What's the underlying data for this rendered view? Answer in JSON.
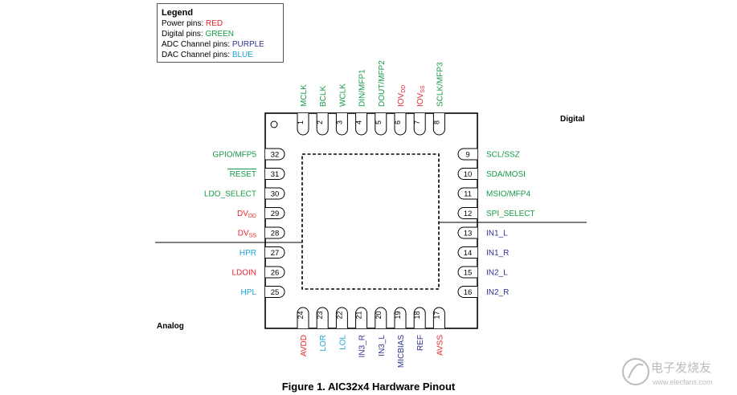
{
  "legend": {
    "title": "Legend",
    "rows": [
      {
        "label": "Power pins:",
        "value": "RED",
        "color": "#e8242b"
      },
      {
        "label": "Digital pins:",
        "value": "GREEN",
        "color": "#169b45"
      },
      {
        "label": "ADC Channel pins:",
        "value": "PURPLE",
        "color": "#2e3192"
      },
      {
        "label": "DAC Channel pins:",
        "value": "BLUE",
        "color": "#1aa1d8"
      }
    ]
  },
  "section_labels": {
    "digital": "Digital",
    "analog": "Analog"
  },
  "caption": "Figure 1. AIC32x4 Hardware Pinout",
  "pins_top": [
    {
      "num": "1",
      "name": "MCLK",
      "color": "#169b45"
    },
    {
      "num": "2",
      "name": "BCLK",
      "color": "#169b45"
    },
    {
      "num": "3",
      "name": "WCLK",
      "color": "#169b45"
    },
    {
      "num": "4",
      "name": "DIN/MFP1",
      "color": "#169b45"
    },
    {
      "num": "5",
      "name": "DOUT/MFP2",
      "color": "#169b45"
    },
    {
      "num": "6",
      "name": "IOV",
      "sub": "DD",
      "color": "#e8242b"
    },
    {
      "num": "7",
      "name": "IOV",
      "sub": "SS",
      "color": "#e8242b"
    },
    {
      "num": "8",
      "name": "SCLK/MFP3",
      "color": "#169b45"
    }
  ],
  "pins_right": [
    {
      "num": "9",
      "name": "SCL/SSZ",
      "color": "#169b45"
    },
    {
      "num": "10",
      "name": "SDA/MOSI",
      "color": "#169b45"
    },
    {
      "num": "11",
      "name": "MSIO/MFP4",
      "color": "#169b45"
    },
    {
      "num": "12",
      "name": "SPI_SELECT",
      "color": "#169b45"
    },
    {
      "num": "13",
      "name": "IN1_L",
      "color": "#2e3192"
    },
    {
      "num": "14",
      "name": "IN1_R",
      "color": "#2e3192"
    },
    {
      "num": "15",
      "name": "IN2_L",
      "color": "#2e3192"
    },
    {
      "num": "16",
      "name": "IN2_R",
      "color": "#2e3192"
    }
  ],
  "pins_bottom": [
    {
      "num": "24",
      "name": "AVDD",
      "color": "#e8242b"
    },
    {
      "num": "23",
      "name": "LOR",
      "color": "#1aa1d8"
    },
    {
      "num": "22",
      "name": "LOL",
      "color": "#1aa1d8"
    },
    {
      "num": "21",
      "name": "IN3_R",
      "color": "#2e3192"
    },
    {
      "num": "20",
      "name": "IN3_L",
      "color": "#2e3192"
    },
    {
      "num": "19",
      "name": "MICBIAS",
      "color": "#2e3192"
    },
    {
      "num": "18",
      "name": "REF",
      "color": "#2e3192"
    },
    {
      "num": "17",
      "name": "AVSS",
      "color": "#e8242b"
    }
  ],
  "pins_left": [
    {
      "num": "32",
      "name": "GPIO/MFP5",
      "color": "#169b45"
    },
    {
      "num": "31",
      "name": "RESET",
      "color": "#169b45",
      "overline": true
    },
    {
      "num": "30",
      "name": "LDO_SELECT",
      "color": "#169b45"
    },
    {
      "num": "29",
      "name": "DV",
      "sub": "DD",
      "color": "#e8242b"
    },
    {
      "num": "28",
      "name": "DV",
      "sub": "SS",
      "color": "#e8242b"
    },
    {
      "num": "27",
      "name": "HPR",
      "color": "#1aa1d8"
    },
    {
      "num": "26",
      "name": "LDOIN",
      "color": "#e8242b"
    },
    {
      "num": "25",
      "name": "HPL",
      "color": "#1aa1d8"
    }
  ],
  "watermark": "电子发烧友",
  "watermark_url": "www.elecfans.com"
}
